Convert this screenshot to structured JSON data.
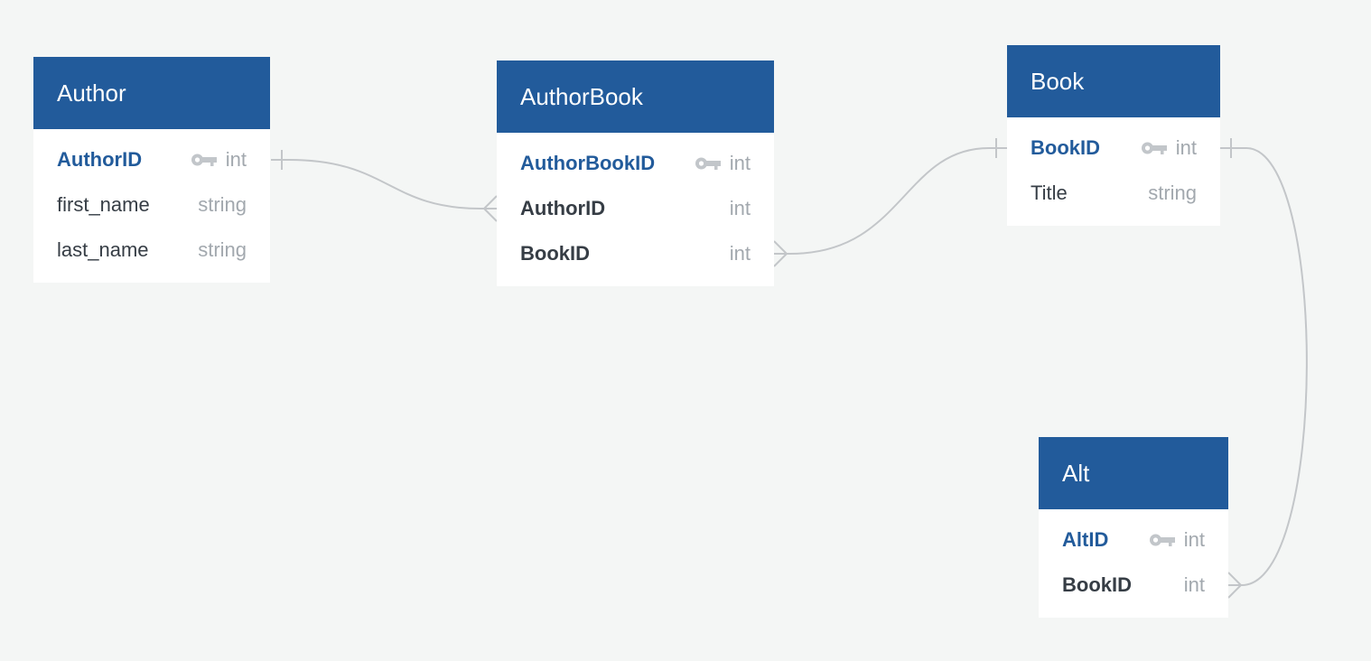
{
  "tables": {
    "author": {
      "title": "Author",
      "fields": [
        {
          "name": "AuthorID",
          "type": "int",
          "key": "primary"
        },
        {
          "name": "first_name",
          "type": "string",
          "key": "none"
        },
        {
          "name": "last_name",
          "type": "string",
          "key": "none"
        }
      ]
    },
    "authorbook": {
      "title": "AuthorBook",
      "fields": [
        {
          "name": "AuthorBookID",
          "type": "int",
          "key": "primary"
        },
        {
          "name": "AuthorID",
          "type": "int",
          "key": "foreign"
        },
        {
          "name": "BookID",
          "type": "int",
          "key": "foreign"
        }
      ]
    },
    "book": {
      "title": "Book",
      "fields": [
        {
          "name": "BookID",
          "type": "int",
          "key": "primary"
        },
        {
          "name": "Title",
          "type": "string",
          "key": "none"
        }
      ]
    },
    "alt": {
      "title": "Alt",
      "fields": [
        {
          "name": "AltID",
          "type": "int",
          "key": "primary"
        },
        {
          "name": "BookID",
          "type": "int",
          "key": "foreign"
        }
      ]
    }
  },
  "relationships": [
    {
      "from": "Author.AuthorID",
      "to": "AuthorBook.AuthorID",
      "cardinality": "one-to-many"
    },
    {
      "from": "Book.BookID",
      "to": "AuthorBook.BookID",
      "cardinality": "one-to-many"
    },
    {
      "from": "Book.BookID",
      "to": "Alt.BookID",
      "cardinality": "one-to-many"
    }
  ],
  "colors": {
    "background": "#f4f6f5",
    "header": "#225b9b",
    "primary_key_text": "#225b9b",
    "field_text": "#363d45",
    "type_text": "#a2a8ae",
    "key_icon": "#c2c6ca",
    "connector": "#c3c6c9"
  },
  "icons": {
    "primary_key": "key-icon"
  }
}
